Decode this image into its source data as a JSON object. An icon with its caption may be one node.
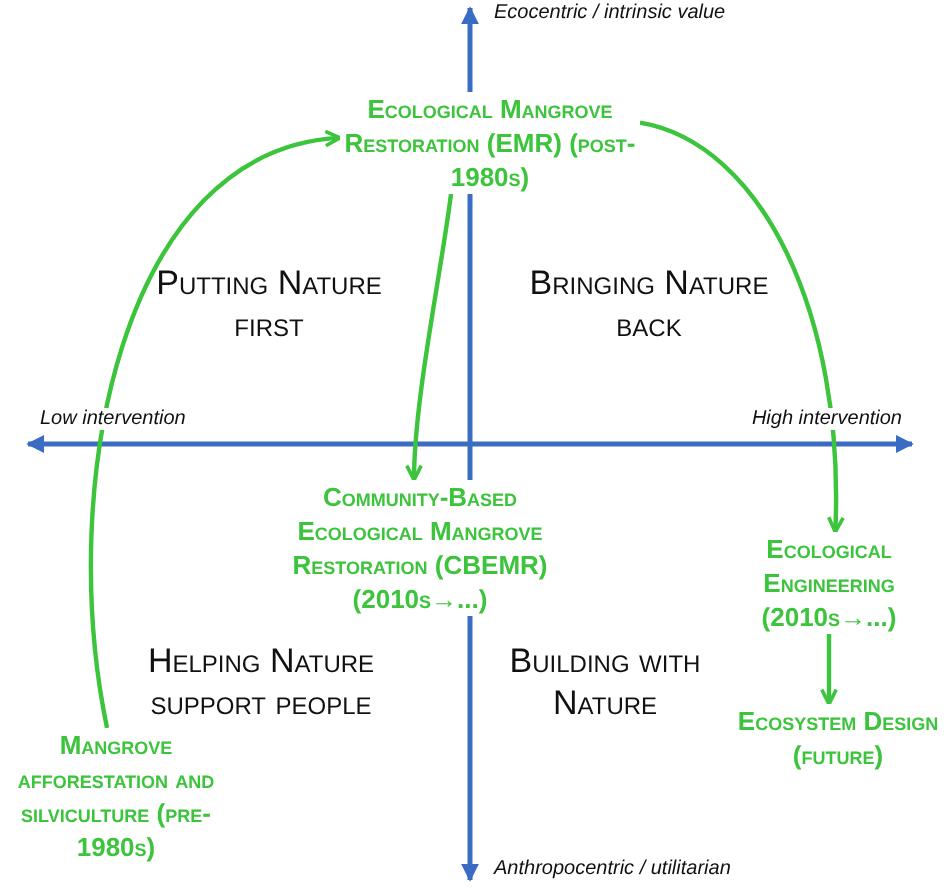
{
  "diagram": {
    "nodes": [
      {
        "text": [
          "Ecological Mangrove Restoration (EMR) (post-1980s)"
        ]
      },
      {
        "text": [
          "Community-Based Ecological Mangrove Restoration (CBEMR) (2010s→...)"
        ]
      },
      {
        "text": [
          "Ecological Engineering (2010s→...)"
        ]
      },
      {
        "text": [
          "Ecosystem Design (future)"
        ]
      },
      {
        "text": [
          "Mangrove afforestation and silviculture (pre-1980s)"
        ]
      }
    ],
    "edges": [
      {
        "from": 4,
        "to": 0,
        "arrow": "to"
      },
      {
        "from": 0,
        "to": 1,
        "arrow": "to"
      },
      {
        "from": 0,
        "to": 2,
        "arrow": "to"
      },
      {
        "from": 2,
        "to": 3,
        "arrow": "to"
      }
    ],
    "labels": [
      "Ecocentric / intrinsic value",
      "Putting Nature first",
      "Bringing Nature back",
      "Low intervention",
      "High intervention",
      "Helping Nature support people",
      "Building with Nature",
      "Anthropocentric / utilitarian"
    ]
  }
}
